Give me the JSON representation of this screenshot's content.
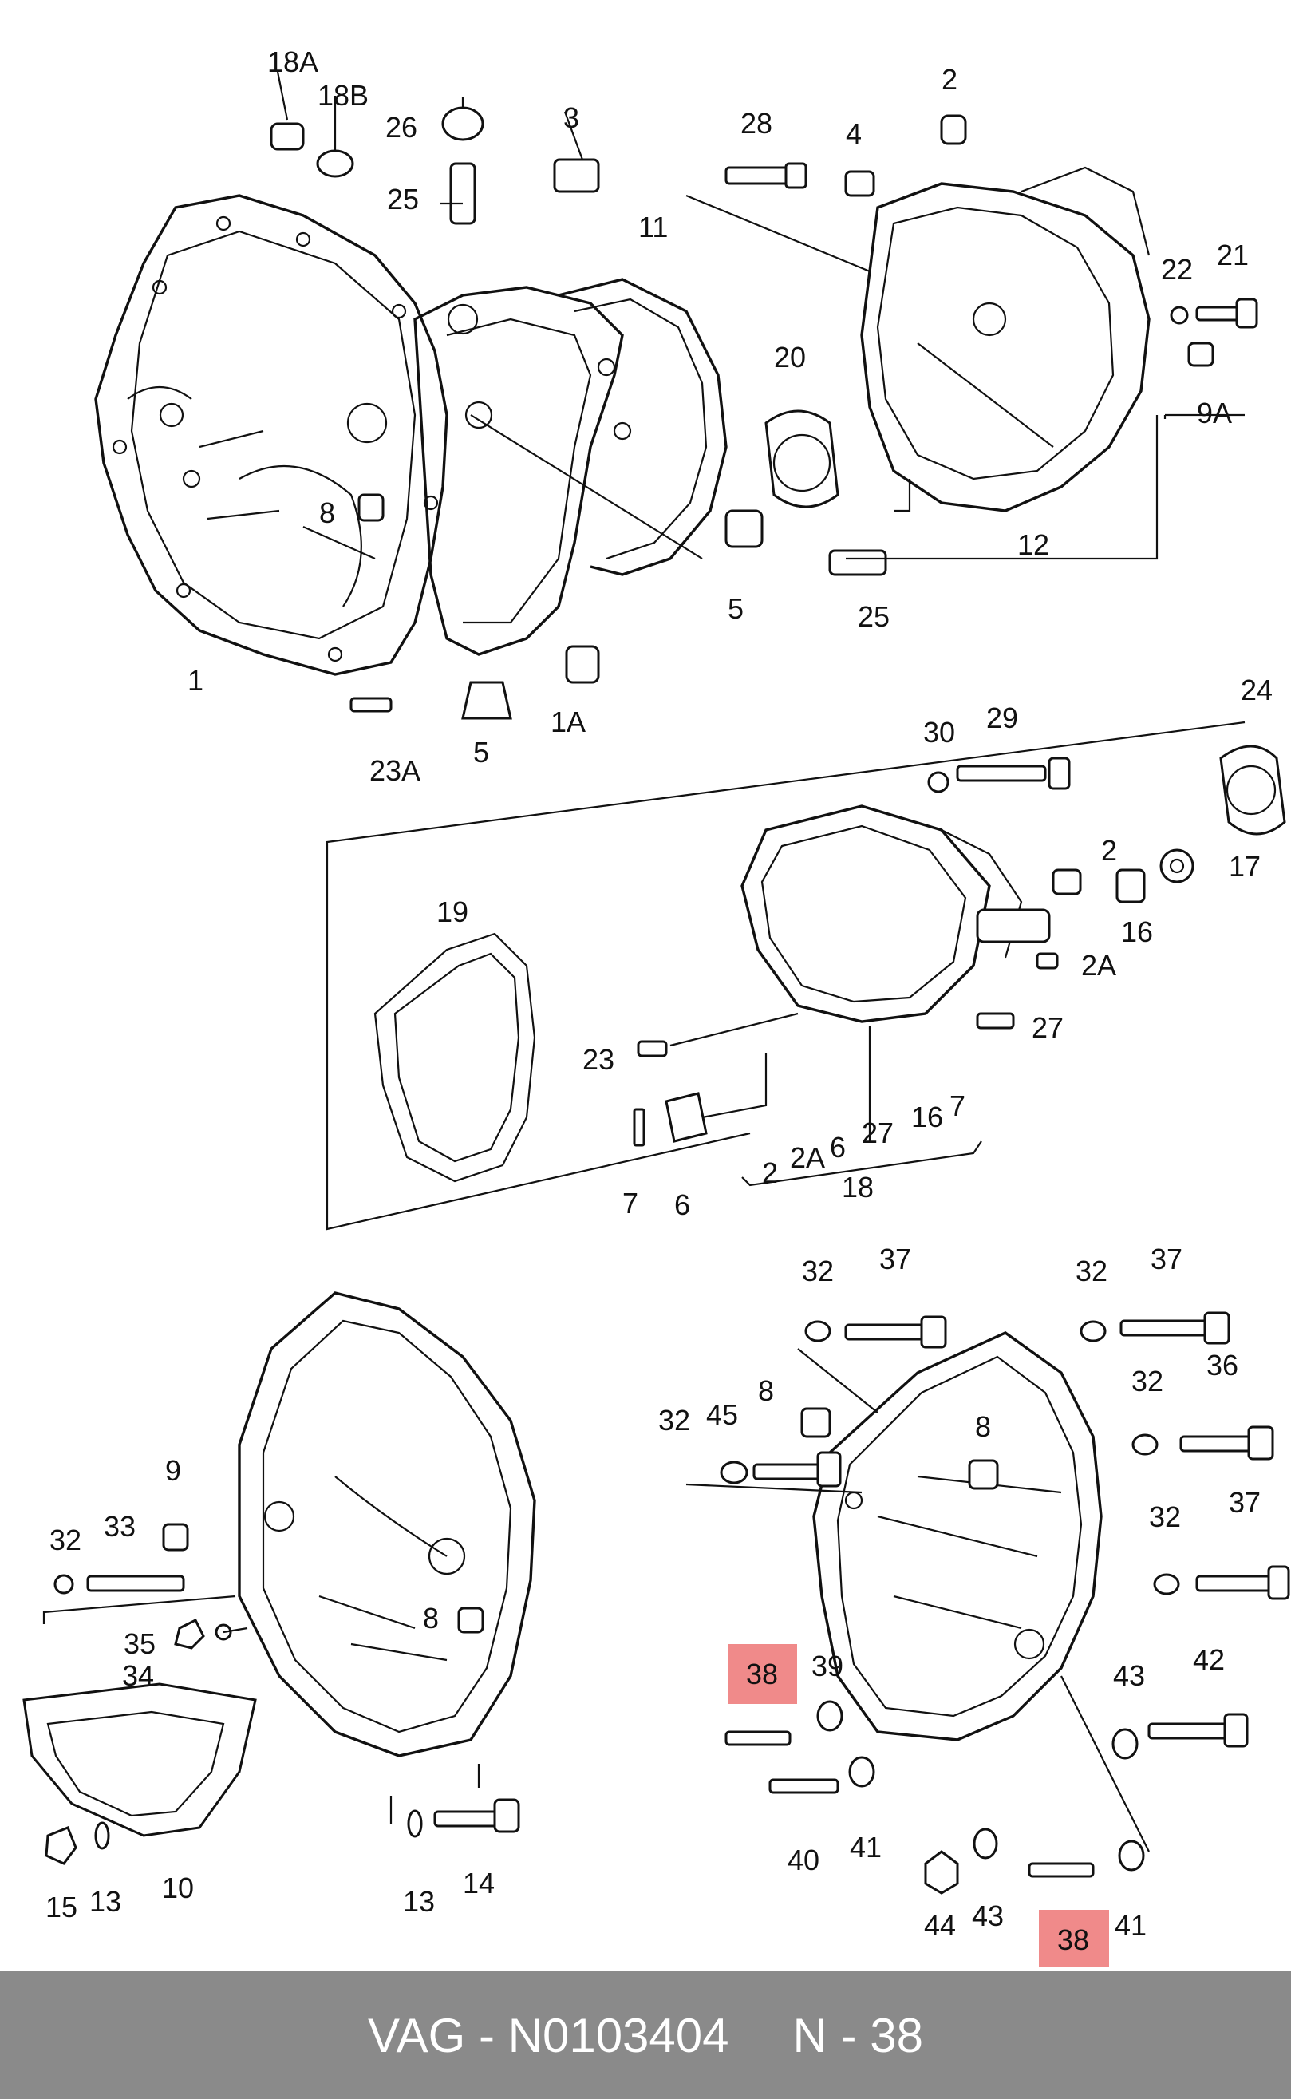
{
  "labels": {
    "l_18A": "18A",
    "l_18B": "18B",
    "l_26": "26",
    "l_25a": "25",
    "l_3": "3",
    "l_28": "28",
    "l_4": "4",
    "l_2a": "2",
    "l_11": "11",
    "l_22": "22",
    "l_21": "21",
    "l_9A": "9A",
    "l_20": "20",
    "l_8a": "8",
    "l_5a": "5",
    "l_25b": "25",
    "l_12": "12",
    "l_1": "1",
    "l_1A": "1A",
    "l_5b": "5",
    "l_23A": "23A",
    "l_24": "24",
    "l_30": "30",
    "l_29": "29",
    "l_2b": "2",
    "l_17": "17",
    "l_16a": "16",
    "l_2Aa": "2A",
    "l_19": "19",
    "l_27a": "27",
    "l_23": "23",
    "l_7a": "7",
    "l_6a": "6",
    "l_16b": "16",
    "l_7b": "7",
    "l_27b": "27",
    "l_2c": "2",
    "l_2Ab": "2A",
    "l_6b": "6",
    "l_18": "18",
    "l_32a": "32",
    "l_37a": "37",
    "l_32b": "32",
    "l_37b": "37",
    "l_8b": "8",
    "l_32c": "32",
    "l_36": "36",
    "l_32d": "32",
    "l_45": "45",
    "l_8c": "8",
    "l_32e": "32",
    "l_37c": "37",
    "l_9": "9",
    "l_32f": "32",
    "l_33": "33",
    "l_35": "35",
    "l_34": "34",
    "l_8d": "8",
    "l_38a": "38",
    "l_39": "39",
    "l_43a": "43",
    "l_42": "42",
    "l_40": "40",
    "l_41a": "41",
    "l_15": "15",
    "l_13a": "13",
    "l_10": "10",
    "l_13b": "13",
    "l_14": "14",
    "l_44": "44",
    "l_43b": "43",
    "l_38b": "38",
    "l_41b": "41"
  },
  "footer": {
    "brand_part": "VAG - N0103404",
    "ref": "N - 38"
  },
  "colors": {
    "highlight": "#f08a8a",
    "footer_bg": "#8a8a8a",
    "footer_text": "#ffffff"
  }
}
